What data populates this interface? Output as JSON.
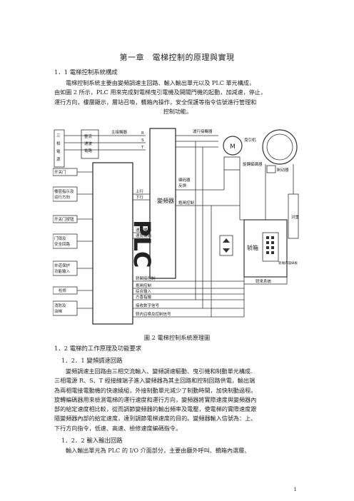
{
  "chapter_title": "第一章　電梯控制的原理與實現",
  "section_1_1": {
    "heading": "1．1 電梯控制系統構成",
    "para_lines": [
      "電梯控制系統主要由變頻調速主回路、輸入輸出單元以及 PLC 單元構成，",
      "由如圖 2 所示，PLC 用來完成對電梯曳引電機及開關門機的起動，加減速，停止，",
      "運行方向，樓層顯示，層站召喚，轎箱內操作，安全保護等指令信號進行管理和",
      "控制功能。"
    ]
  },
  "diagram": {
    "left_labels": [
      "三",
      "相",
      "電",
      "源"
    ],
    "brake_block": [
      "整流",
      "濾波",
      "電路"
    ],
    "main_contactor": "主接觸器",
    "rst": [
      "R",
      "S",
      "T"
    ],
    "run_contactor": "運行接觸器",
    "motor": "M",
    "traction": "曳引机",
    "rotary_encoder": "旋轉編碼器",
    "brake": "制动器",
    "plc": "PLC",
    "inverter": "變頻器",
    "encoder_feedback": [
      "编码器",
      "反馈"
    ],
    "brake_control": "抱闸控制",
    "up": "上行",
    "down": "下行",
    "speed_code_a": "速度编码",
    "speed_code_b": "速度编码",
    "inputs": [
      [
        "开关门"
      ],
      [
        "楼层指示及",
        "运行方向"
      ],
      [
        "开关门按钮"
      ],
      [
        "门锁及",
        "安全回路"
      ],
      [
        "并道保护",
        "功能输入"
      ],
      [
        "检修"
      ],
      [
        "消防及",
        "泊梯"
      ]
    ],
    "bus_lines": [
      "轿厢接控制",
      "抱闸控制",
      "综合输入",
      "方香指输",
      "接收数字信号",
      "轿内召唤及控制信号"
    ],
    "car": "轿箱",
    "car_panel": "轿厢内操纵板",
    "call_system": "轿来系统",
    "counterweight": "对重"
  },
  "figure_caption": "圖 2 電梯控制系統原理圖",
  "section_1_2": {
    "heading": "1．2 電梯的工作原理及功能要求"
  },
  "section_1_2_1": {
    "heading": "1．2．1 變頻調速回路",
    "para_lines": [
      "變頻調速主回路由三相交流輸入、變頻調速驅動、曳引機和制動單元構成.",
      "三相電源 R、S、T 經接線端子進入變頻器為其主回路和控制回路供電，輸出端",
      "為兩相電接電動機的快速繞組，外接制動單元減少了制動時間，加快制動過程。",
      "旋轉編碼器用來檢測電梯的運行速度和運行方向，變頻器將實際速度與變頻器內",
      "部的給定速度相比較，從而調節變頻器的輸出頻率及電壓，使電梯的實際速度跟",
      "隨變頻器內部的給定速度，達到調節電梯速度的目的。變頻器輸入信號為：上、",
      "下行方向指令，低速、高速、檢修速度編碼指令。"
    ]
  },
  "section_1_2_2": {
    "heading": "1．2．2 輸入輸出回路",
    "para_lines": [
      "輸入輸出單元為 PLC 的 I/O 介面部分，主要由廳外呼叫、轎箱內選層、"
    ]
  },
  "page_number": "1"
}
